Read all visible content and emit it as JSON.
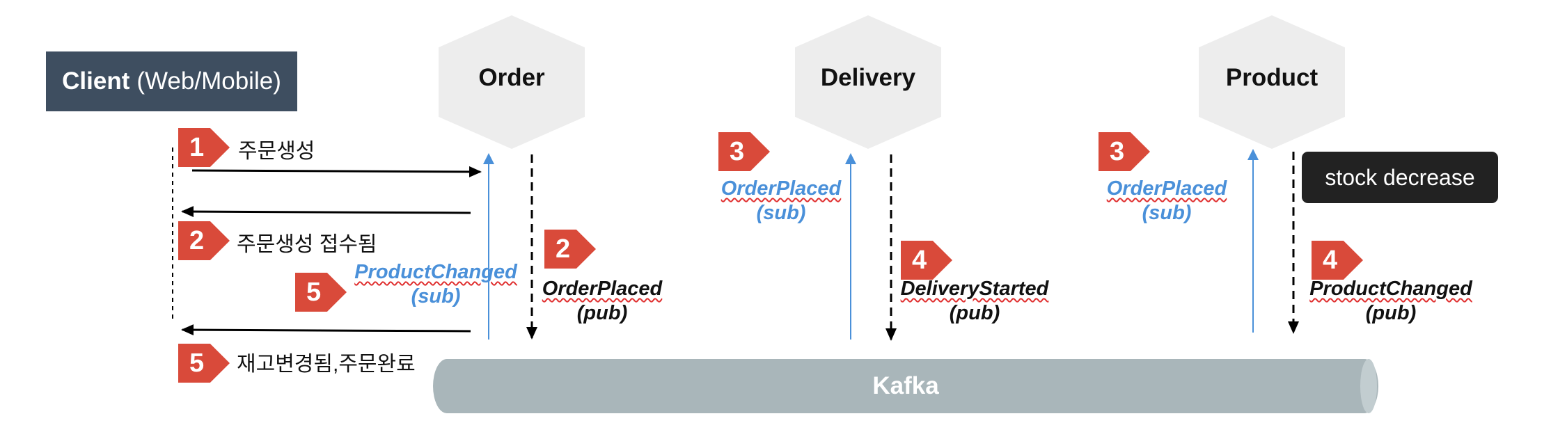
{
  "client": {
    "title_bold": "Client",
    "title_rest": "(Web/Mobile)"
  },
  "services": [
    {
      "name": "Order"
    },
    {
      "name": "Delivery"
    },
    {
      "name": "Product"
    }
  ],
  "steps": {
    "s1": {
      "num": "1",
      "text": "주문생성"
    },
    "s2": {
      "num": "2",
      "text": "주문생성 접수됨"
    },
    "s5": {
      "num": "5",
      "text": "재고변경됨,주문완료"
    },
    "order_sub_num": "5",
    "order_pub_num": "2",
    "delivery_sub_num": "3",
    "delivery_pub_num": "4",
    "product_sub_num": "3",
    "product_pub_num": "4"
  },
  "events": {
    "order_sub": {
      "name": "ProductChanged",
      "role": "(sub)"
    },
    "order_pub": {
      "name": "OrderPlaced",
      "role": "(pub)"
    },
    "delivery_sub": {
      "name": "OrderPlaced",
      "role": "(sub)"
    },
    "delivery_pub": {
      "name": "DeliveryStarted",
      "role": "(pub)"
    },
    "product_sub": {
      "name": "OrderPlaced",
      "role": "(sub)"
    },
    "product_pub": {
      "name": "ProductChanged",
      "role": "(pub)"
    }
  },
  "product_action": "stock decrease",
  "broker": {
    "name": "Kafka"
  },
  "colors": {
    "badge": "#d94a3a",
    "sub_arrow": "#4a90d9",
    "client_box": "#3e4e60",
    "hexagon": "#ededed",
    "kafka": "#a9b6ba"
  }
}
